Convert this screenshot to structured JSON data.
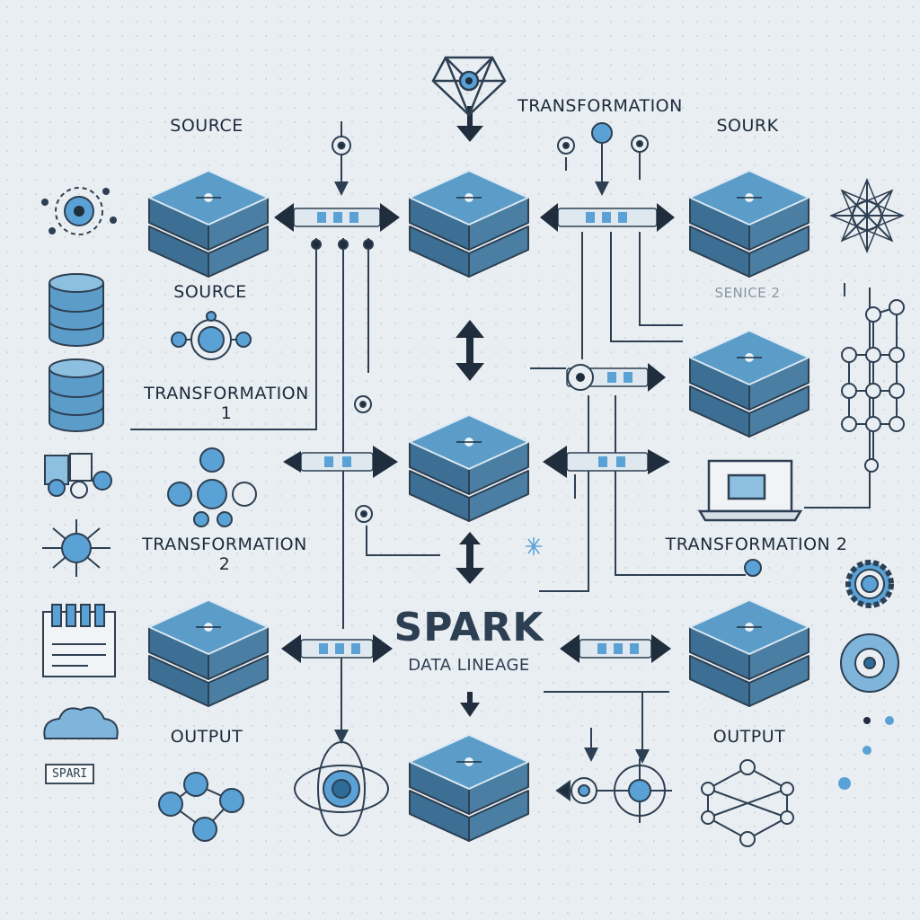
{
  "palette": {
    "cube_top": "#5b9cc9",
    "cube_side": "#3c6f93",
    "cube_edge": "#dbe9f3",
    "line": "#2d3f52",
    "accent": "#5aa2d6",
    "background": "#e9eef2"
  },
  "labels": {
    "source_top_left": "SOURCE",
    "source_mid_left": "SOURCE",
    "transformation_top": "TRANSFORMATION",
    "sourk_top_right": "SOURK",
    "source_2_faded": "SENICE 2",
    "transformation_1_line1": "TRANSFORMATION",
    "transformation_1_line2": "1",
    "transformation_2_left_line1": "TRANSFORMATION",
    "transformation_2_left_line2": "2",
    "transformation_2_right": "TRANSFORMATION 2",
    "output_left": "OUTPUT",
    "output_right": "OUTPUT",
    "spark_title": "SPARK",
    "spark_subtitle": "DATA LINEAGE",
    "spar_badge": "SPARI"
  },
  "icons": [
    "gear-network-icon",
    "database-icon",
    "database-icon",
    "cluster-icon",
    "sun-node-icon",
    "dashboard-icon",
    "cloud-icon",
    "graph-network-icon",
    "gem-network-icon",
    "star-network-icon",
    "node-chain-icon",
    "laptop-icon",
    "gear-icon",
    "target-icon",
    "atom-icon",
    "node-ring-icon",
    "diamond-network-icon"
  ]
}
